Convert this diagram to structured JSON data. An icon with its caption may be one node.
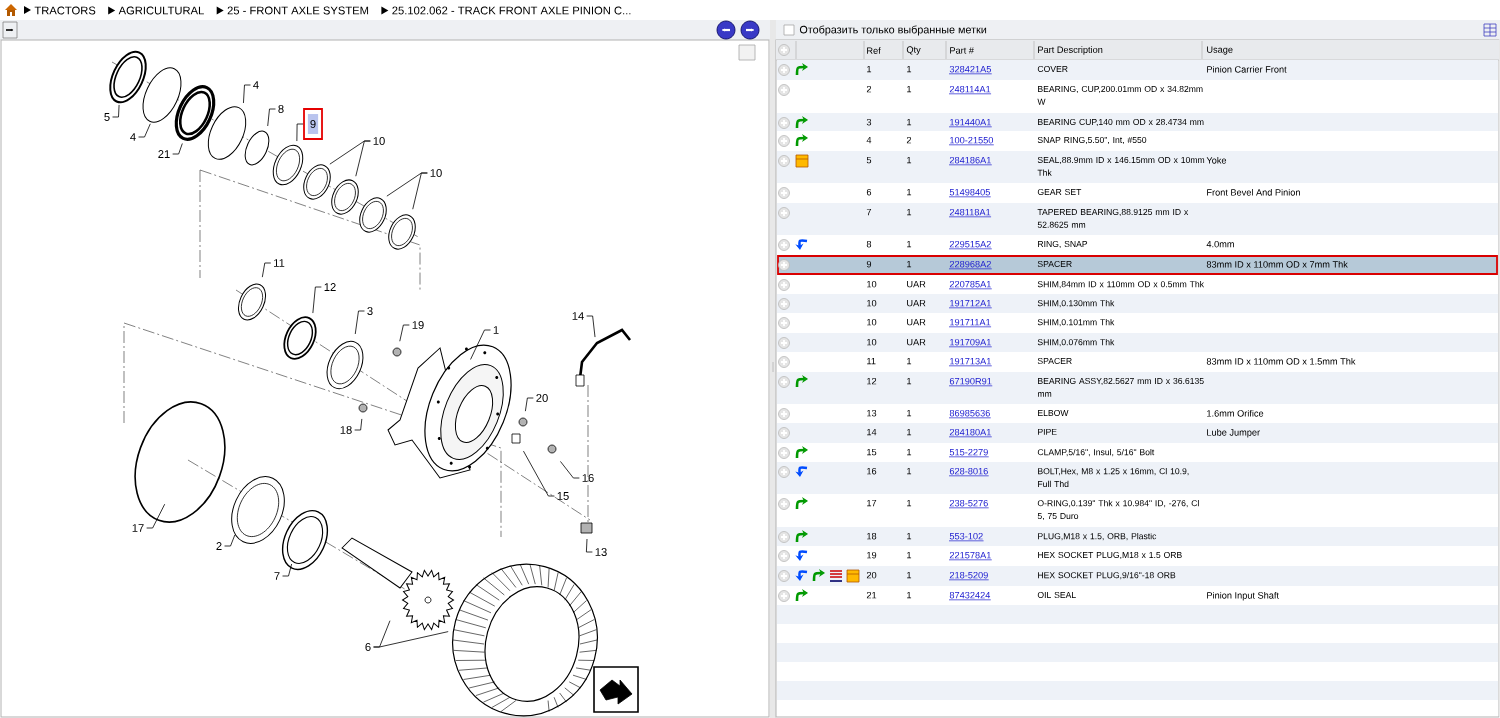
{
  "diagram": {
    "nodes": [
      {
        "text": [
          "5"
        ]
      },
      {
        "text": [
          "4"
        ]
      },
      {
        "text": [
          "21"
        ]
      },
      {
        "text": [
          "4"
        ]
      },
      {
        "text": [
          "8"
        ]
      },
      {
        "text": [
          "9"
        ]
      },
      {
        "text": [
          "10"
        ]
      },
      {
        "text": [
          "10"
        ]
      },
      {
        "text": [
          "11"
        ]
      },
      {
        "text": [
          "12"
        ]
      },
      {
        "text": [
          "3"
        ]
      },
      {
        "text": [
          "19"
        ]
      },
      {
        "text": [
          "1"
        ]
      },
      {
        "text": [
          "14"
        ]
      },
      {
        "text": [
          "20"
        ]
      },
      {
        "text": [
          "18"
        ]
      },
      {
        "text": [
          "16"
        ]
      },
      {
        "text": [
          "15"
        ]
      },
      {
        "text": [
          "17"
        ]
      },
      {
        "text": [
          "2"
        ]
      },
      {
        "text": [
          "7"
        ]
      },
      {
        "text": [
          "13"
        ]
      },
      {
        "text": [
          "6"
        ]
      }
    ],
    "edges": [
      {
        "from": 0,
        "to": null,
        "arrow": "none"
      },
      {
        "from": 1,
        "to": null,
        "arrow": "none"
      },
      {
        "from": 2,
        "to": null,
        "arrow": "none"
      },
      {
        "from": 3,
        "to": null,
        "arrow": "none"
      },
      {
        "from": 4,
        "to": null,
        "arrow": "none"
      },
      {
        "from": 5,
        "to": null,
        "arrow": "none"
      },
      {
        "from": 6,
        "to": null,
        "arrow": "none"
      },
      {
        "from": 6,
        "to": null,
        "arrow": "none"
      },
      {
        "from": 7,
        "to": null,
        "arrow": "none"
      },
      {
        "from": 7,
        "to": null,
        "arrow": "none"
      },
      {
        "from": 8,
        "to": null,
        "arrow": "none"
      },
      {
        "from": 9,
        "to": null,
        "arrow": "none"
      },
      {
        "from": 10,
        "to": null,
        "arrow": "none"
      },
      {
        "from": 11,
        "to": null,
        "arrow": "none"
      },
      {
        "from": 12,
        "to": null,
        "arrow": "none"
      },
      {
        "from": 13,
        "to": null,
        "arrow": "none"
      },
      {
        "from": 14,
        "to": null,
        "arrow": "none"
      },
      {
        "from": 15,
        "to": null,
        "arrow": "none"
      },
      {
        "from": 16,
        "to": null,
        "arrow": "none"
      },
      {
        "from": 17,
        "to": null,
        "arrow": "none"
      },
      {
        "from": 18,
        "to": null,
        "arrow": "none"
      },
      {
        "from": 19,
        "to": null,
        "arrow": "none"
      },
      {
        "from": 20,
        "to": null,
        "arrow": "none"
      },
      {
        "from": 21,
        "to": null,
        "arrow": "none"
      },
      {
        "from": 22,
        "to": null,
        "arrow": "none"
      },
      {
        "from": 22,
        "to": null,
        "arrow": "none"
      }
    ],
    "labels": [
      "TRACTORS",
      "AGRICULTURAL",
      "25 - FRONT AXLE SYSTEM",
      "25.102.062 - TRACK FRONT AXLE PINION C...",
      "Отобразить только выбранные метки",
      "Ref",
      "Qty",
      "Part #",
      "Part Description",
      "Usage",
      "1",
      "1",
      "328421A5",
      "COVER",
      "Pinion Carrier Front",
      "2",
      "1",
      "248114A1",
      "BEARING, CUP,200.01mm OD x 34.82mm W",
      "3",
      "1",
      "191440A1",
      "BEARING CUP,140 mm OD x 28.4734 mm",
      "4",
      "2",
      "100-21550",
      "SNAP RING,5.50\", Int, #550",
      "5",
      "1",
      "284186A1",
      "SEAL,88.9mm ID x 146.15mm OD x 10mm Thk",
      "Yoke",
      "6",
      "1",
      "51498405",
      "GEAR SET",
      "Front Bevel And Pinion",
      "7",
      "1",
      "248118A1",
      "TAPERED BEARING,88.9125 mm ID x 52.8625 mm",
      "8",
      "1",
      "229515A2",
      "RING, SNAP",
      "4.0mm",
      "9",
      "1",
      "228968A2",
      "SPACER",
      "83mm ID x 110mm OD x 7mm Thk",
      "10",
      "UAR",
      "220785A1",
      "SHIM,84mm ID x 110mm OD x 0.5mm Thk",
      "10",
      "UAR",
      "191712A1",
      "SHIM,0.130mm Thk",
      "10",
      "UAR",
      "191711A1",
      "SHIM,0.101mm Thk",
      "10",
      "UAR",
      "191709A1",
      "SHIM,0.076mm Thk",
      "11",
      "1",
      "191713A1",
      "SPACER",
      "83mm ID x 110mm OD x 1.5mm Thk",
      "12",
      "1",
      "67190R91",
      "BEARING ASSY,82.5627 mm ID x 36.6135 mm",
      "13",
      "1",
      "86985636",
      "ELBOW",
      "1.6mm Orifice",
      "14",
      "1",
      "284180A1",
      "PIPE",
      "Lube Jumper",
      "15",
      "1",
      "515-2279",
      "CLAMP,5/16\", Insul, 5/16\" Bolt",
      "16",
      "1",
      "628-8016",
      "BOLT,Hex, M8 x 1.25 x 16mm, Cl 10.9, Full Thd",
      "17",
      "1",
      "238-5276",
      "O-RING,0.139\" Thk x 10.984\" ID, -276, Cl 5, 75 Duro",
      "18",
      "1",
      "553-102",
      "PLUG,M18 x 1.5, ORB, Plastic",
      "19",
      "1",
      "221578A1",
      "HEX SOCKET PLUG,M18 x 1.5 ORB",
      "20",
      "1",
      "218-5209",
      "HEX SOCKET PLUG,9/16\"-18 ORB",
      "21",
      "1",
      "87432424",
      "OIL SEAL",
      "Pinion Input Shaft"
    ]
  }
}
